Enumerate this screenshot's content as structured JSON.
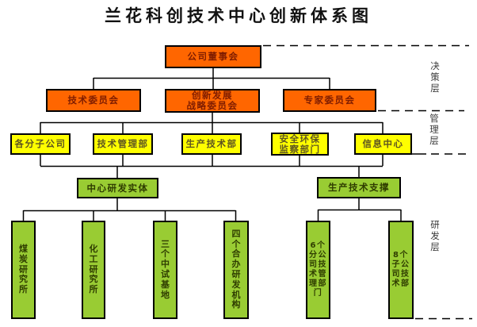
{
  "title": "兰花科创技术中心创新体系图",
  "layer_labels": {
    "decision": "决策层",
    "management": "管理层",
    "rnd": "研发层"
  },
  "boxes": {
    "board": {
      "label": "公司董事会",
      "color": "#FF6600"
    },
    "tech_committee": {
      "label": "技术委员会",
      "color": "#FF6600"
    },
    "innovation_committee": {
      "label": "创新发展\n战略委员会",
      "color": "#FF6600"
    },
    "expert_committee": {
      "label": "专家委员会",
      "color": "#FF6600"
    },
    "subsidiaries": {
      "label": "各分子公司",
      "color": "#FFFF00"
    },
    "tech_mgmt": {
      "label": "技术管理部",
      "color": "#FFFF00"
    },
    "production_tech": {
      "label": "生产技术部",
      "color": "#FFFF00"
    },
    "safety_env": {
      "label": "安全环保\n监察部门",
      "color": "#FFFF00"
    },
    "info_center": {
      "label": "信息中心",
      "color": "#FFFF00"
    },
    "rnd_entity": {
      "label": "中心研发实体",
      "color": "#99CC33"
    },
    "prod_support": {
      "label": "生产技术支撑",
      "color": "#99CC33"
    },
    "coal_institute": {
      "label": "煤炭研究所",
      "color": "#99CC33"
    },
    "chem_institute": {
      "label": "化工研究所",
      "color": "#99CC33"
    },
    "pilot_bases": {
      "label": "三个中试基地",
      "color": "#99CC33"
    },
    "joint_rnd": {
      "label": "四个合办研发机构",
      "color": "#99CC33"
    },
    "branch_tech_depts": {
      "label": "6个分公司技术管理部门",
      "color": "#99CC33"
    },
    "subsidiary_tech_depts": {
      "label": "8个子公司技术部",
      "color": "#99CC33"
    }
  }
}
